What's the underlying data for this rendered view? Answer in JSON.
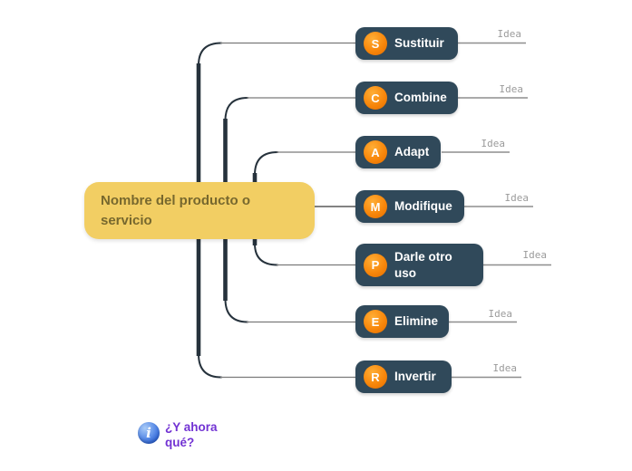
{
  "root": {
    "label": "Nombre del producto o servicio"
  },
  "branches": [
    {
      "letter": "S",
      "label": "Sustituir",
      "idea_label": "Idea"
    },
    {
      "letter": "C",
      "label": "Combine",
      "idea_label": "Idea"
    },
    {
      "letter": "A",
      "label": "Adapt",
      "idea_label": "Idea"
    },
    {
      "letter": "M",
      "label": "Modifique",
      "idea_label": "Idea"
    },
    {
      "letter": "P",
      "label": "Darle otro uso",
      "idea_label": "Idea"
    },
    {
      "letter": "E",
      "label": "Elimine",
      "idea_label": "Idea"
    },
    {
      "letter": "R",
      "label": "Invertir",
      "idea_label": "Idea"
    }
  ],
  "footer": {
    "info_glyph": "i",
    "text": "¿Y ahora qué?"
  },
  "colors": {
    "root_bg": "#F2CE63",
    "root_text": "#77682E",
    "node_bg": "#30495A",
    "node_text": "#FFFFFF",
    "badge_orange": "#F8870B",
    "connector_trunk": "#26323C",
    "connector_thin": "#7A7A7A",
    "idea_line": "#8E8E8E",
    "idea_text": "#9B9B9B",
    "footer_text": "#7233D3",
    "info_icon_blue": "#2A5FD0"
  }
}
